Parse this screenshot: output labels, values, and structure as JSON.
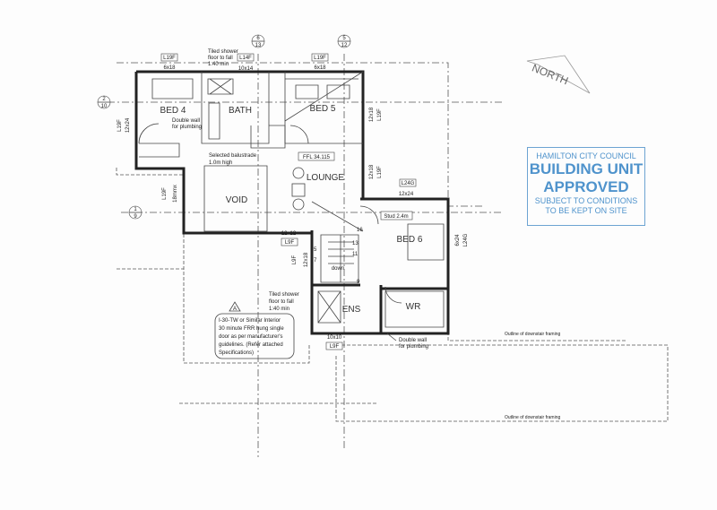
{
  "plan": {
    "rooms": {
      "bed4": "BED 4",
      "bath": "BATH",
      "bed5": "BED 5",
      "lounge": "LOUNGE",
      "void": "VOID",
      "bed6": "BED 6",
      "ens": "ENS",
      "wr": "WR",
      "down": "down"
    },
    "notes": {
      "tiled_shower_top": [
        "Tiled shower",
        "floor to fall",
        "1:40 min"
      ],
      "tiled_shower_ens": [
        "Tiled shower",
        "floor to fall",
        "1:40 min"
      ],
      "double_wall_bed4": [
        "Double wall",
        "for plumbing"
      ],
      "double_wall_wr": [
        "Double wall",
        "for plumbing"
      ],
      "balustrade": [
        "Selected balustrade",
        "1.0m high"
      ],
      "ffl": "FFL 34.115",
      "stud": "Stud 2.4m",
      "outline_1": "Outline of downstair framing",
      "outline_2": "Outline of downstair framing",
      "revision_mark": "A",
      "revision_note": [
        "I-30-TW or Similar Interior",
        "30 minute FRR hung single",
        "door as per manufacturer's",
        "guidelines. (Refer attached",
        "Specifications)"
      ]
    },
    "windows": {
      "bed4_top": "6x18",
      "bath_top": "10x14",
      "bed5_top": "6x18",
      "bed5_right": "12x18",
      "lounge_right": "12x18",
      "bed6_top": "12x24",
      "bed6_right": "6x24",
      "stair_top": "12x12",
      "stair_left": "12x18",
      "ens_bottom": "10x10",
      "bed4_left": "12x24",
      "void_left": "18mmx"
    },
    "lintels": {
      "bed4_top": "L19F",
      "bath_top": "L14F",
      "bed5_top": "L19F",
      "bed5_right": "L19F",
      "lounge_right": "L19F",
      "bed6_top": "L24G",
      "bed6_right": "L24G",
      "stair_top": "L9F",
      "stair_left": "L9F",
      "ens_bottom": "L9F",
      "bed4_left": "L19F",
      "void_left": "L19F"
    },
    "section_markers": [
      {
        "top": "6",
        "bottom": "13"
      },
      {
        "top": "5",
        "bottom": "12"
      },
      {
        "top": "2",
        "bottom": "10"
      },
      {
        "top": "1",
        "bottom": "9"
      }
    ],
    "north_label": "NORTH",
    "stair_numbers": [
      "16",
      "13",
      "11",
      "9",
      "5",
      "7"
    ]
  },
  "stamp": {
    "line1": "HAMILTON CITY COUNCIL",
    "line2": "BUILDING UNIT",
    "line3": "APPROVED",
    "line4": "SUBJECT TO CONDITIONS",
    "line5": "TO BE KEPT ON SITE",
    "color": "#4f93cc"
  }
}
